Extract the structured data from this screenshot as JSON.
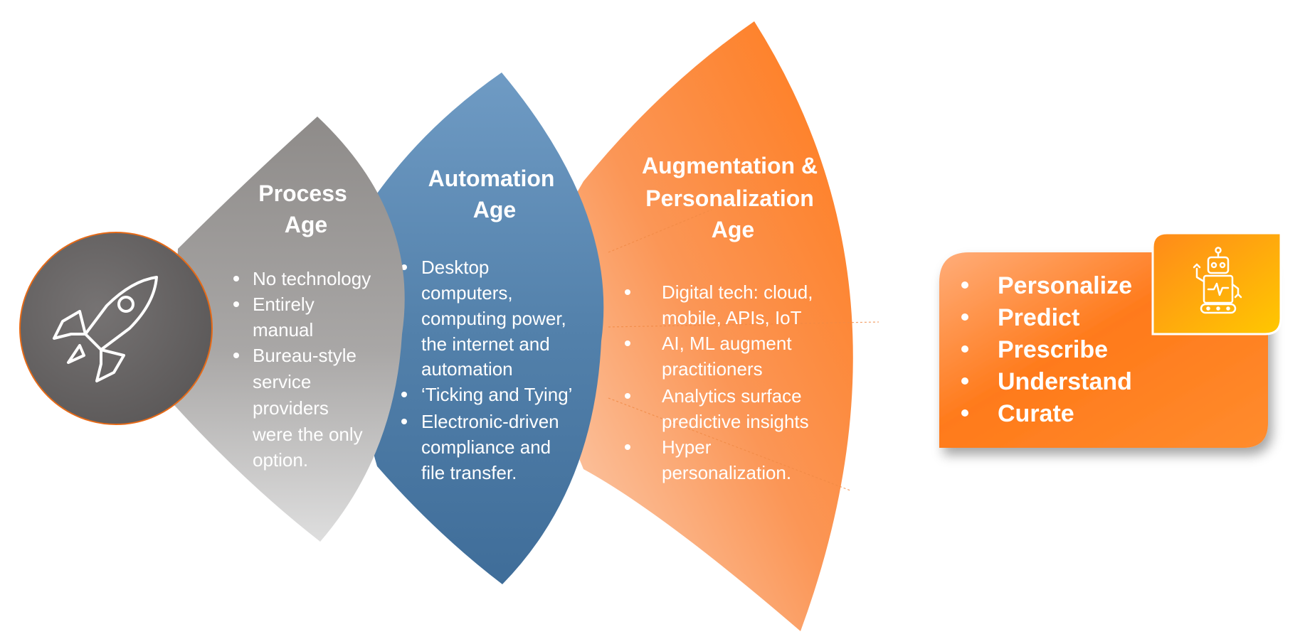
{
  "stages": [
    {
      "title_lines": [
        "Process",
        "Age"
      ],
      "bullets": [
        "No technology",
        "Entirely",
        "manual",
        "Bureau-style",
        "service",
        "providers",
        "were the only",
        "option."
      ],
      "color": "#8a8a8a"
    },
    {
      "title_lines": [
        "Automation",
        "Age"
      ],
      "bullets": [
        "Desktop",
        "computers,",
        "computing power,",
        "the internet and",
        "automation",
        "‘Ticking and Tying’",
        "Electronic-driven",
        "compliance and",
        "file transfer."
      ],
      "color": "#4a78a4"
    },
    {
      "title_lines": [
        "Augmentation &",
        "Personalization",
        "Age"
      ],
      "bullets": [
        "Digital tech: cloud,",
        "mobile, APIs, IoT",
        "AI, ML augment",
        "practitioners",
        "Analytics surface",
        "predictive insights",
        "Hyper",
        "personalization."
      ],
      "color": "#f47a20"
    }
  ],
  "card": {
    "items": [
      "Personalize",
      "Predict",
      "Prescribe",
      "Understand",
      "Curate"
    ],
    "color": "#ff7a1a",
    "badge_color": "#ffb000"
  },
  "icons": {
    "start": "rocket-icon",
    "card": "robot-icon"
  }
}
